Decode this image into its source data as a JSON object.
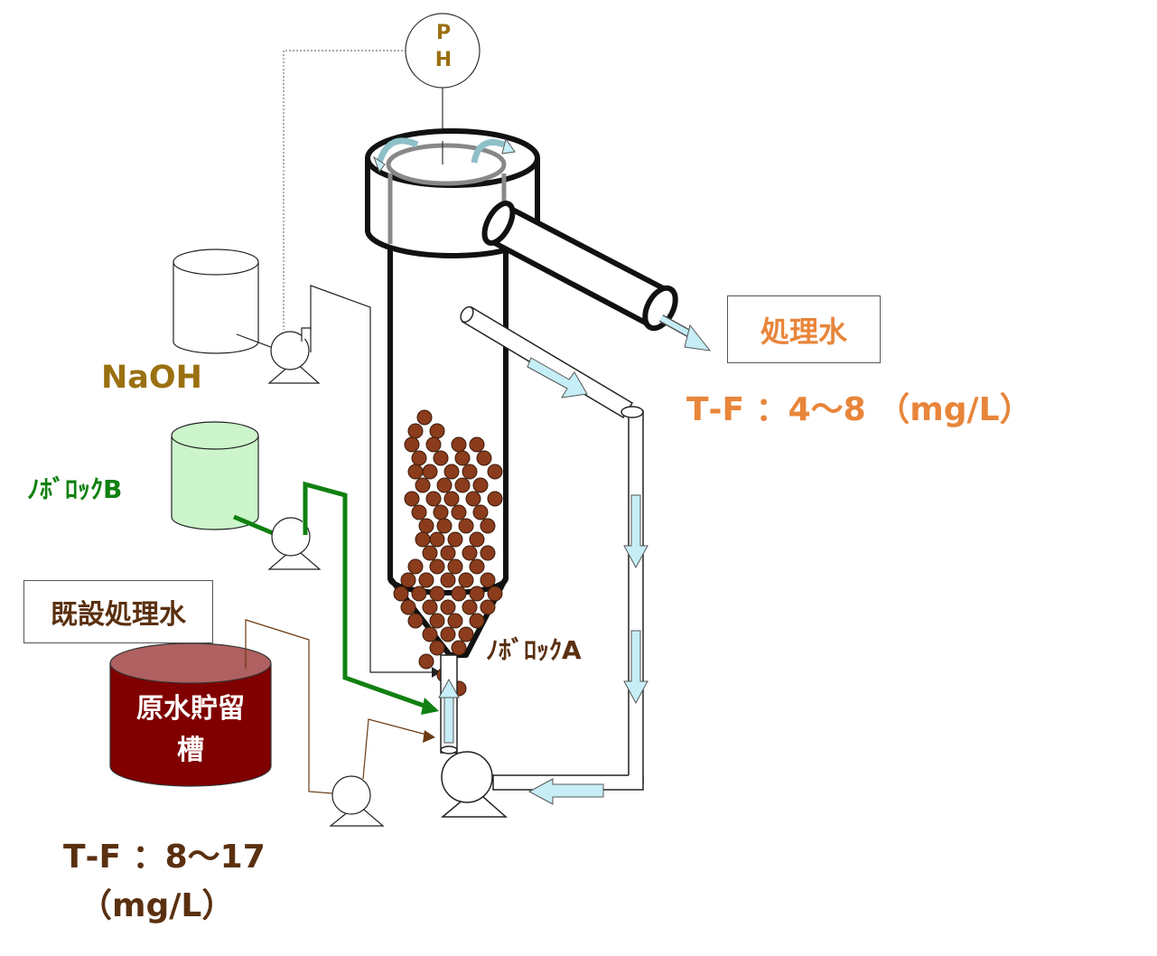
{
  "ph_meter": {
    "line1": "P",
    "line2": "H"
  },
  "naoh": {
    "label": "NaOH"
  },
  "noborock_b": {
    "label": "ﾉﾎﾞﾛｯｸB"
  },
  "noborock_a": {
    "label": "ﾉﾎﾞﾛｯｸA"
  },
  "existing_water": {
    "label": "既設処理水"
  },
  "raw_tank": {
    "line1": "原水貯留",
    "line2": "槽"
  },
  "treated_water": {
    "label": "処理水",
    "tf": "T‐F ：4～8 （mg/L）"
  },
  "raw_tf": {
    "line1": "T‐F ：8～17",
    "line2": "（mg/L）"
  },
  "colors": {
    "brown": "#6b3a12",
    "orange": "#e8853a",
    "naoh": "#9a7010",
    "green": "#108010",
    "tank": "#800000",
    "beads": "#8b3c1c",
    "flow_arrow": "#c6eef7"
  }
}
